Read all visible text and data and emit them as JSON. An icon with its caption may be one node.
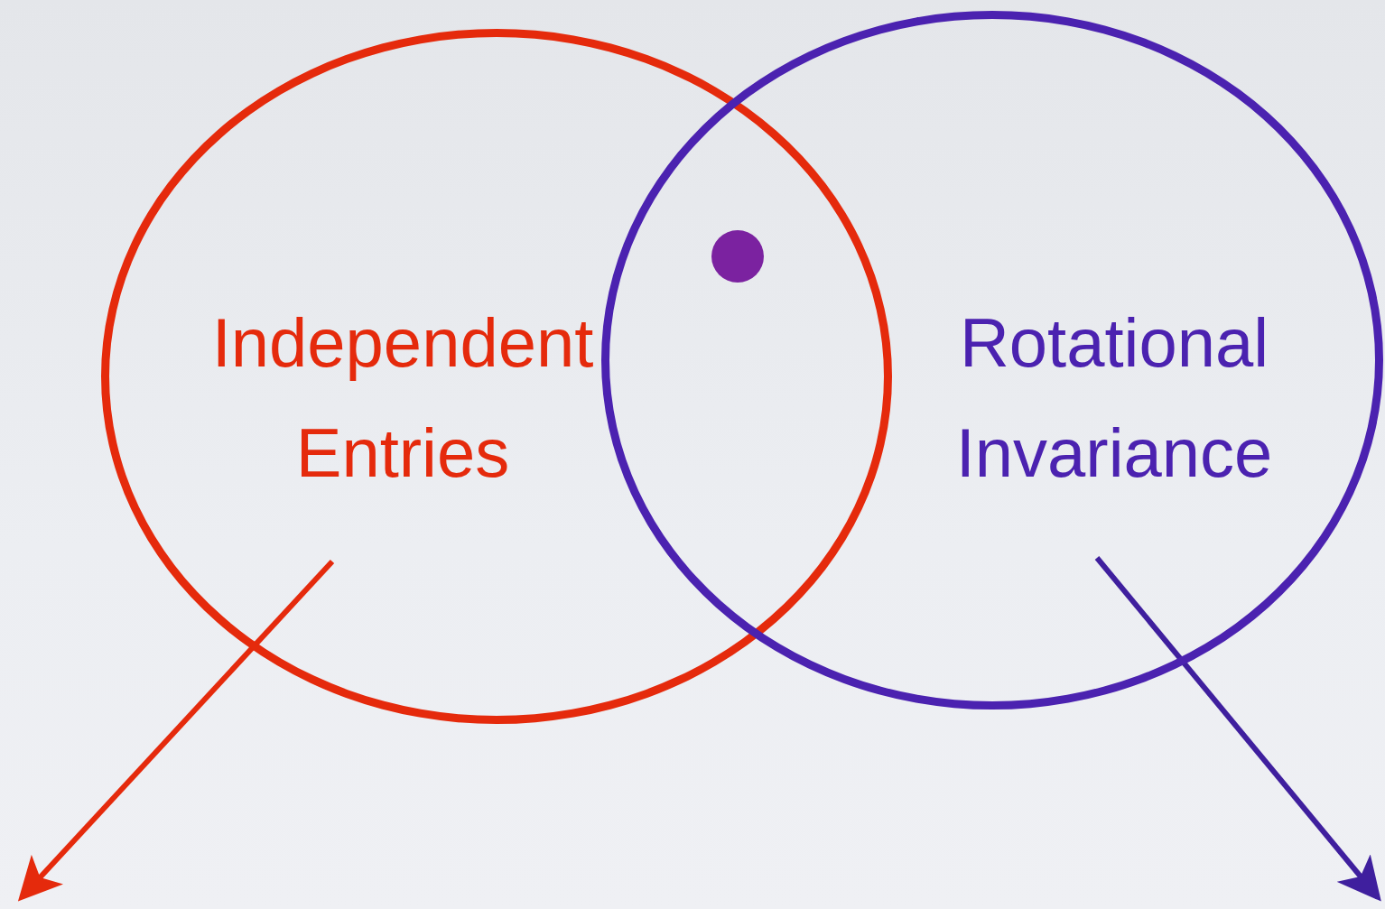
{
  "diagram": {
    "nodes": [
      {
        "text": [
          "Independent Entries"
        ]
      },
      {
        "text": [
          "Rotational Invariance"
        ]
      }
    ],
    "edges": [
      {
        "from": 0,
        "to": null,
        "arrow": "to",
        "color": "#e52a0c"
      },
      {
        "from": 1,
        "to": null,
        "arrow": "to",
        "color": "#3f1f9e"
      }
    ]
  }
}
